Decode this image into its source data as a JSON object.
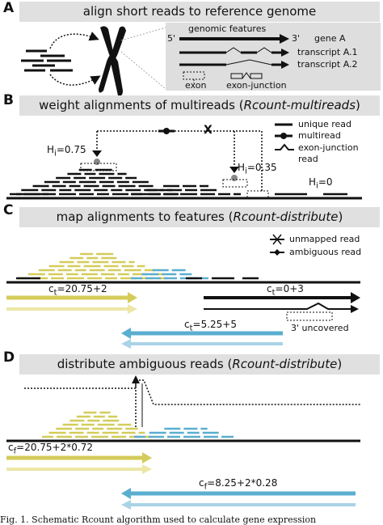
{
  "panels": {
    "a": {
      "letter": "A",
      "title": "align short reads to reference genome",
      "genomic_features": "genomic features",
      "five_prime": "5'",
      "three_prime": "3'",
      "gene": "gene A",
      "transcript1": "transcript A.1",
      "transcript2": "transcript A.2",
      "exon": "exon",
      "exon_junction": "exon-junction"
    },
    "b": {
      "letter": "B",
      "title_main": "weight alignments of multireads (",
      "title_italic": "Rcount-multireads",
      "title_end": ")",
      "legend_unique": "unique read",
      "legend_multi": "multiread",
      "legend_junction1": "exon-junction",
      "legend_junction2": "read",
      "x_mark": "X",
      "h1": "H",
      "h1_sub": "i",
      "h1_val": "=0.75",
      "h2": "H",
      "h2_sub": "i",
      "h2_val": "=0.35",
      "h3": "H",
      "h3_sub": "i",
      "h3_val": "=0"
    },
    "c": {
      "letter": "C",
      "title_main": "map alignments to features (",
      "title_italic": "Rcount-distribute",
      "title_end": ")",
      "legend_unmapped": "unmapped read",
      "legend_ambiguous": "ambiguous read",
      "c1_pre": "c",
      "c1_sub": "t",
      "c1_val": "=20.75+2",
      "c2_pre": "c",
      "c2_sub": "t",
      "c2_val": "=0+3",
      "c3_pre": "c",
      "c3_sub": "t",
      "c3_val": "=5.25+5",
      "uncovered": "3' uncovered"
    },
    "d": {
      "letter": "D",
      "title_main": "distribute ambiguous reads (",
      "title_italic": "Rcount-distribute",
      "title_end": ")",
      "c1_pre": "c",
      "c1_sub": "f",
      "c1_val": "=20.75+2*0.72",
      "c2_pre": "c",
      "c2_sub": "f",
      "c2_val": "=8.25+2*0.28"
    }
  },
  "caption": "Fig. 1. Schematic Rcount algorithm used to calculate gene expression",
  "colors": {
    "yellow": "#d4cc5a",
    "yellow_light": "#ece7a6",
    "blue": "#5aaed0",
    "blue_light": "#a9d3e6",
    "banner": "#e0e0e0",
    "box": "#dedede"
  }
}
